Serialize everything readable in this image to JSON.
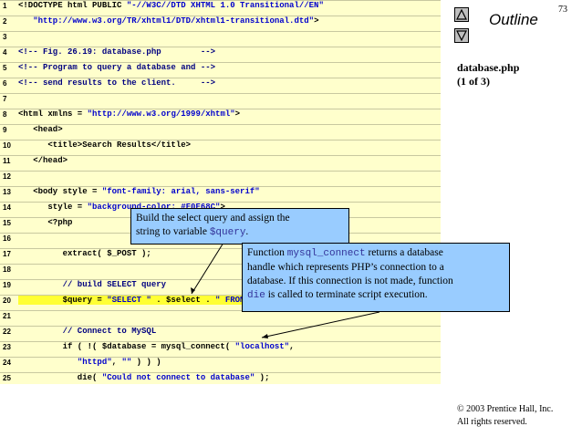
{
  "slide": {
    "page_number": "73",
    "outline_label": "Outline",
    "file_name": "database.php",
    "file_part": "(1 of 3)",
    "copyright_line1": "© 2003 Prentice Hall, Inc.",
    "copyright_line2": "All rights reserved.",
    "nav_up_icon": "triangle-up-icon",
    "nav_down_icon": "triangle-down-icon"
  },
  "code_lines": [
    {
      "num": "1",
      "segs": [
        [
          "t",
          "<!DOCTYPE html PUBLIC "
        ],
        [
          "s",
          "\"-//W3C//DTD XHTML 1.0 Transitional//EN\""
        ]
      ]
    },
    {
      "num": "2",
      "segs": [
        [
          "t",
          "   "
        ],
        [
          "s",
          "\"http://www.w3.org/TR/xhtml1/DTD/xhtml1-transitional.dtd\""
        ],
        [
          "t",
          ">"
        ]
      ]
    },
    {
      "num": "3",
      "segs": []
    },
    {
      "num": "4",
      "segs": [
        [
          "c",
          "<!-- Fig. 26.19: database.php        -->"
        ]
      ]
    },
    {
      "num": "5",
      "segs": [
        [
          "c",
          "<!-- Program to query a database and -->"
        ]
      ]
    },
    {
      "num": "6",
      "segs": [
        [
          "c",
          "<!-- send results to the client.     -->"
        ]
      ]
    },
    {
      "num": "7",
      "segs": []
    },
    {
      "num": "8",
      "segs": [
        [
          "t",
          "<html xmlns = "
        ],
        [
          "s",
          "\"http://www.w3.org/1999/xhtml\""
        ],
        [
          "t",
          ">"
        ]
      ]
    },
    {
      "num": "9",
      "segs": [
        [
          "t",
          "   <head>"
        ]
      ]
    },
    {
      "num": "10",
      "segs": [
        [
          "t",
          "      <title>Search Results</title>"
        ]
      ]
    },
    {
      "num": "11",
      "segs": [
        [
          "t",
          "   </head>"
        ]
      ]
    },
    {
      "num": "12",
      "segs": []
    },
    {
      "num": "13",
      "segs": [
        [
          "t",
          "   <body style = "
        ],
        [
          "s",
          "\"font-family: arial, sans-serif\""
        ]
      ]
    },
    {
      "num": "14",
      "segs": [
        [
          "t",
          "      style = "
        ],
        [
          "s",
          "\"background-color: #F0E68C\""
        ],
        [
          "t",
          ">"
        ]
      ]
    },
    {
      "num": "15",
      "segs": [
        [
          "t",
          "      <?php"
        ]
      ]
    },
    {
      "num": "16",
      "segs": []
    },
    {
      "num": "17",
      "segs": [
        [
          "t",
          "         extract( $_POST );"
        ]
      ]
    },
    {
      "num": "18",
      "segs": []
    },
    {
      "num": "19",
      "segs": [
        [
          "c",
          "         // build SELECT query"
        ]
      ]
    },
    {
      "num": "20",
      "segs": [
        [
          "h",
          "         $query = "
        ],
        [
          "hs",
          "\"SELECT \""
        ],
        [
          "h",
          " . $select . "
        ],
        [
          "hs",
          "\" FROM Books\""
        ],
        [
          "h",
          ";"
        ]
      ]
    },
    {
      "num": "21",
      "segs": []
    },
    {
      "num": "22",
      "segs": [
        [
          "c",
          "         // Connect to MySQL"
        ]
      ]
    },
    {
      "num": "23",
      "segs": [
        [
          "t",
          "         if ( !( $database = mysql_connect( "
        ],
        [
          "s",
          "\"localhost\""
        ],
        [
          "t",
          ","
        ]
      ]
    },
    {
      "num": "24",
      "segs": [
        [
          "t",
          "            "
        ],
        [
          "s",
          "\"httpd\""
        ],
        [
          "t",
          ", "
        ],
        [
          "s",
          "\"\""
        ],
        [
          "t",
          " ) ) )"
        ]
      ]
    },
    {
      "num": "25",
      "segs": [
        [
          "t",
          "            die( "
        ],
        [
          "s",
          "\"Could not connect to database\""
        ],
        [
          "t",
          " );"
        ]
      ]
    }
  ],
  "callout1": {
    "line1": "Build the select query and assign the",
    "line2_prefix": "string to variable ",
    "line2_code": "$query",
    "line2_suffix": "."
  },
  "callout2": {
    "line1_prefix": "Function ",
    "line1_code": "mysql_connect",
    "line1_suffix": " returns a database",
    "line2": "handle which represents PHP’s connection to a",
    "line3": "database. If this connection is not made, function",
    "line4_code": "die",
    "line4_suffix": " is called to terminate script execution."
  },
  "colors": {
    "code_bg": "#ffffcc",
    "callout_bg": "#99ccff",
    "highlight": "#ffff33",
    "string_color": "#0000cc"
  }
}
